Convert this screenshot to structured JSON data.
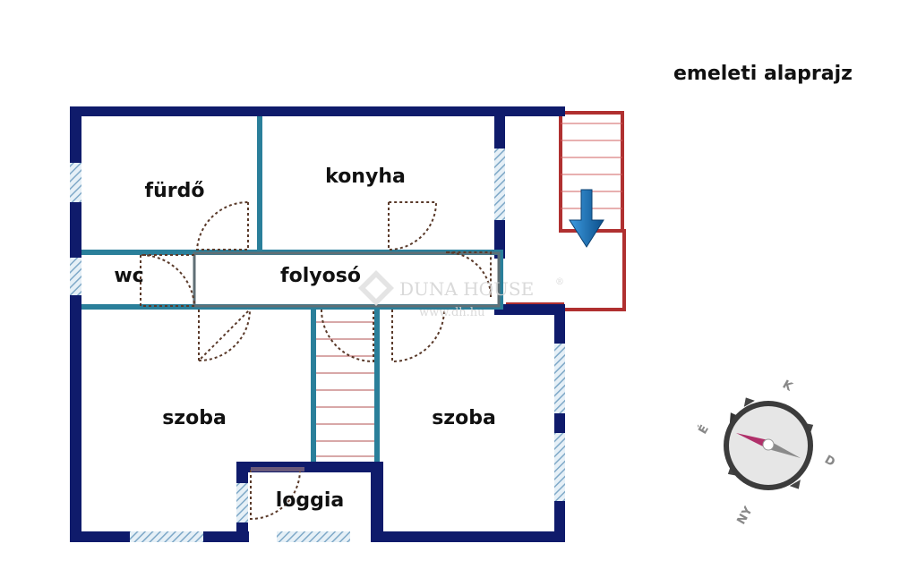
{
  "title": "emeleti alaprajz",
  "rooms": {
    "furdo": "fürdő",
    "konyha": "konyha",
    "wc": "wc",
    "folyoso": "folyosó",
    "szoba_left": "szoba",
    "szoba_right": "szoba",
    "loggia": "loggia"
  },
  "watermark": {
    "brand": "DUNA HOUSE",
    "registered": "®",
    "url": "www.dh.hu"
  },
  "compass": {
    "north": "É",
    "east": "K",
    "south": "D",
    "west": "NY"
  },
  "colors": {
    "outer_wall": "#0f1b6b",
    "inner_wall": "#2a7f9a",
    "stair_outline": "#b03030",
    "window": "#a9c8dc",
    "door_swing": "#5a3a2a",
    "arrow": "#1a6fb0",
    "compass_ring": "#e6e6e6",
    "compass_needle": "#b0306a"
  }
}
